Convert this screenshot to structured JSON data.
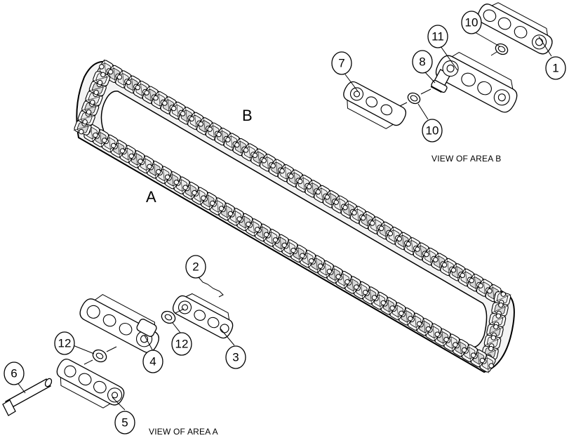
{
  "area_labels": {
    "a": "A",
    "b": "B"
  },
  "captions": {
    "view_a": "VIEW OF AREA A",
    "view_b": "VIEW OF AREA B"
  },
  "callouts": {
    "c1": "1",
    "c2": "2",
    "c3": "3",
    "c4": "4",
    "c5": "5",
    "c6": "6",
    "c7": "7",
    "c8": "8",
    "c10a": "10",
    "c10b": "10",
    "c11": "11",
    "c12a": "12",
    "c12b": "12"
  }
}
